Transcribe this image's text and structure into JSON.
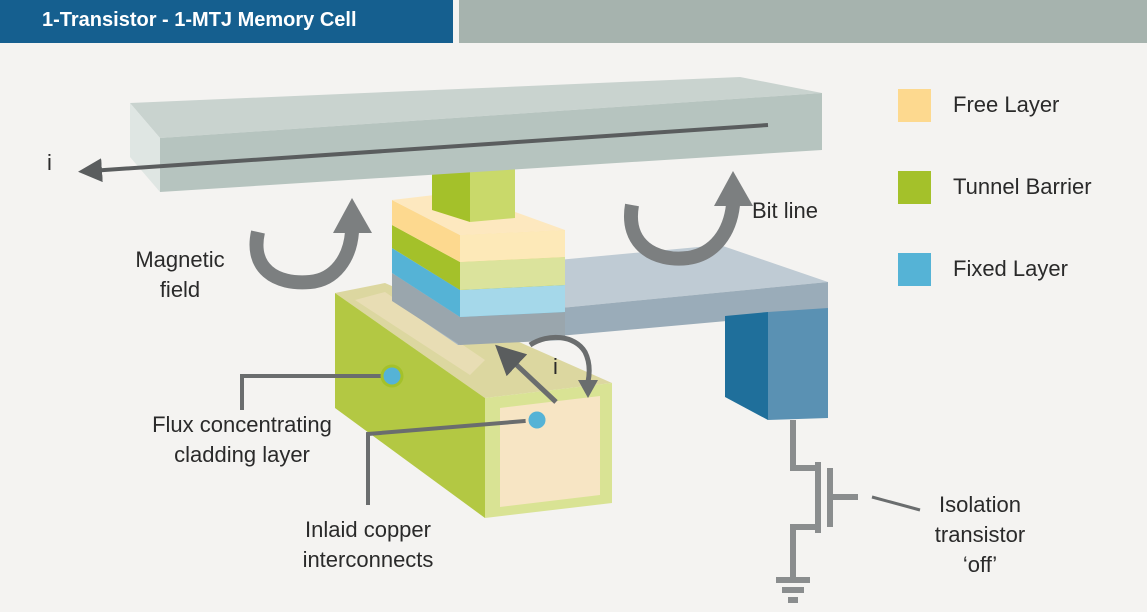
{
  "header": {
    "title": "1-Transistor - 1-MTJ Memory Cell"
  },
  "labels": {
    "current_top": "i",
    "current_bottom": "i",
    "bit_line": "Bit line",
    "magnetic_field_1": "Magnetic",
    "magnetic_field_2": "field",
    "flux_1": "Flux concentrating",
    "flux_2": "cladding layer",
    "inlaid_1": "Inlaid copper",
    "inlaid_2": "interconnects",
    "isolation_1": "Isolation",
    "isolation_2": "transistor",
    "isolation_3": "‘off’"
  },
  "legend": [
    {
      "label": "Free Layer",
      "color": "#fdd98f"
    },
    {
      "label": "Tunnel Barrier",
      "color": "#a4c12a"
    },
    {
      "label": "Fixed Layer",
      "color": "#55b3d6"
    }
  ],
  "colors": {
    "header_blue": "#155f8f",
    "header_gray": "#a6b3ae",
    "cladding_green": "#b3c843",
    "copper_cream": "#f7e5c4",
    "transistor_blue": "#1f6f9b",
    "arrow_gray": "#7c7f80"
  }
}
